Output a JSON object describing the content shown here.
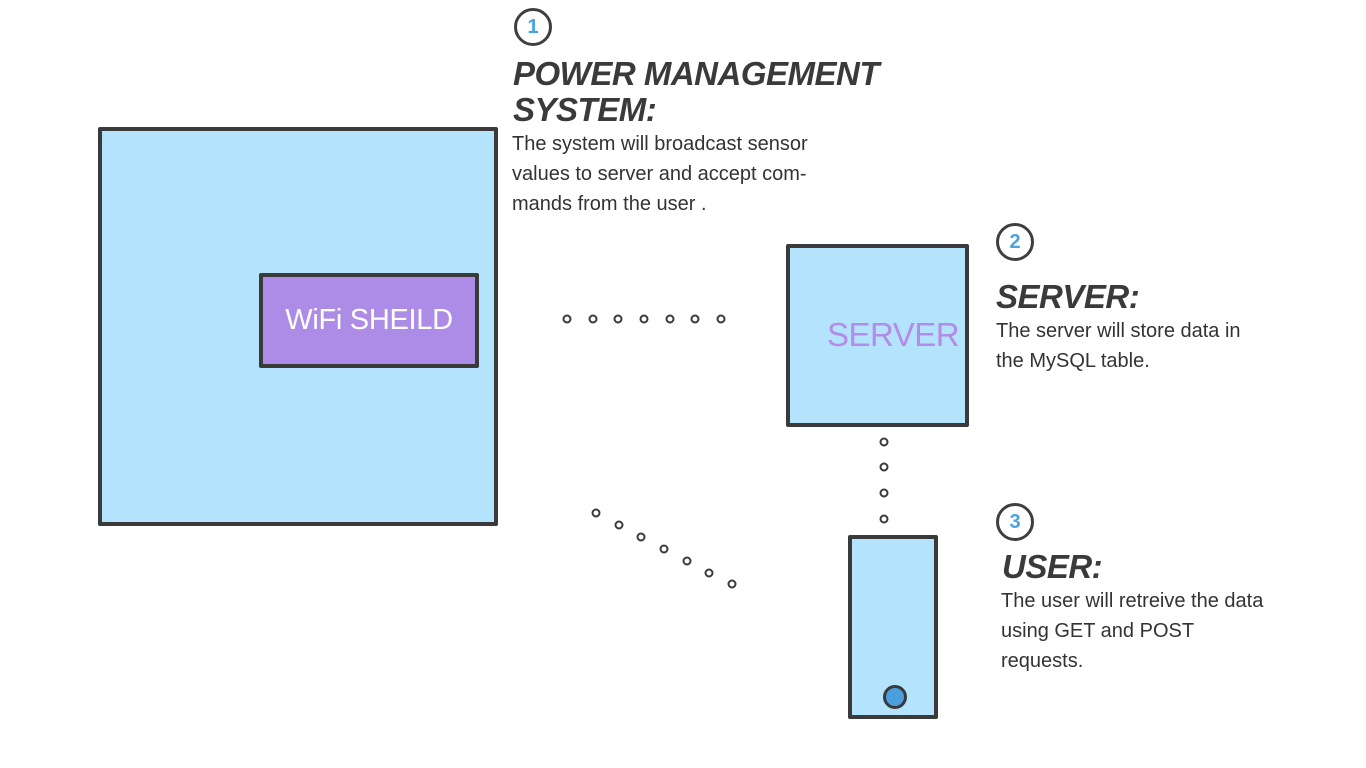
{
  "steps": [
    {
      "number": "1",
      "title": "POWER MANAGEMENT SYSTEM:",
      "description": "The system will broadcast sensor values to server and accept com-mands from the user ."
    },
    {
      "number": "2",
      "title": "SERVER:",
      "description": "The server will store data in the MySQL table."
    },
    {
      "number": "3",
      "title": "USER:",
      "description": "The user will retreive the data using GET and POST requests."
    }
  ],
  "boxes": {
    "wifi_label": "WiFi SHEILD",
    "server_label": "SERVER"
  },
  "colors": {
    "box_fill": "#b3e3fd",
    "wifi_fill": "#ad8ce8",
    "server_text": "#b48be8",
    "step_number": "#4aa3df",
    "outline": "#3a3a3a"
  }
}
